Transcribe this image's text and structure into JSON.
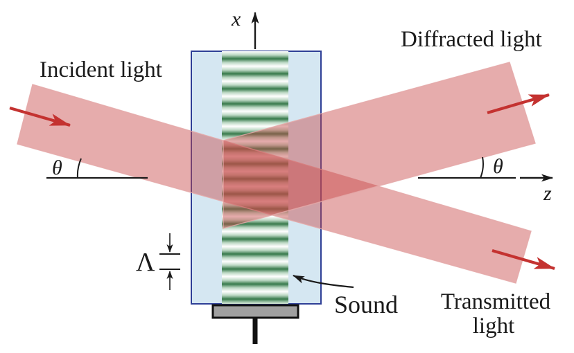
{
  "figure": {
    "labels": {
      "incident": "Incident light",
      "diffracted": "Diffracted light",
      "transmitted_line1": "Transmitted",
      "transmitted_line2": "light",
      "sound": "Sound"
    },
    "axes": {
      "x_label": "x",
      "z_label": "z"
    },
    "symbols": {
      "theta_incident": "θ",
      "theta_diffracted": "θ",
      "lambda": "Λ"
    },
    "colors": {
      "cell_fill": "#d5e7f2",
      "cell_border": "#2e3f96",
      "sound_wave_green": "#36794a",
      "sound_wave_light": "#bcd8c4",
      "beam_fill": "rgba(200,70,70,0.45)",
      "beam_edge": "rgba(228,168,168,0.85)",
      "arrow_red": "#c43230",
      "transducer_fill": "#a0a0a0",
      "transducer_border": "#111111",
      "ink": "#1a1a1a"
    }
  }
}
